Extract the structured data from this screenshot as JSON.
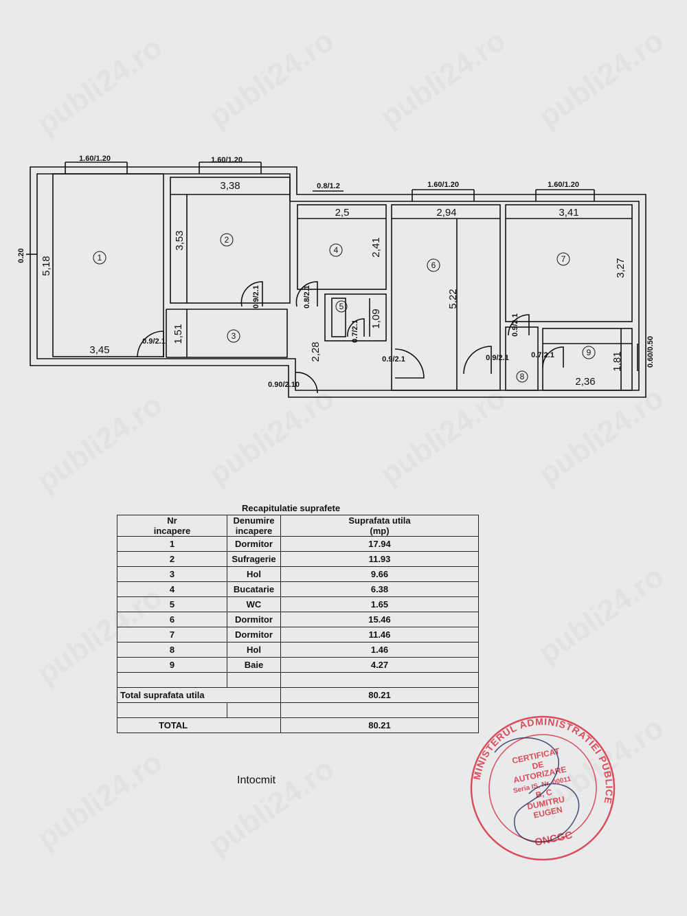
{
  "watermark": "publi24.ro",
  "plan": {
    "windows": {
      "w1": "1.60/1.20",
      "w2": "1.60/1.20",
      "w3": "0.8/1.2",
      "w4": "1.60/1.20",
      "w5": "1.60/1.20",
      "w_side_left": "0.20",
      "w_side_right": "0.60/0.50"
    },
    "doors": {
      "d1": "0.9/2.1",
      "d2": "0.9/2.1",
      "d3": "0.8/2.1",
      "d4": "0.7/2.1",
      "d5": "0.9/2.1",
      "d6": "0.90/2.10",
      "d7": "0.9/2.1",
      "d8": "0.7/2.1",
      "d9": "0.9/2.1"
    },
    "dims": {
      "r1_h": "5,18",
      "r1_w": "3,45",
      "r2_w": "3,38",
      "r2_h": "3,53",
      "r3_h": "1,51",
      "r4_w": "2,5",
      "r4_h": "2,41",
      "r5_h": "1,09",
      "hall_h": "2,28",
      "r6_w": "2,94",
      "r6_h": "5,22",
      "r7_w": "3,41",
      "r7_h": "3,27",
      "r9_h": "1,81",
      "r9_w": "2,36"
    },
    "rooms": [
      "1",
      "2",
      "3",
      "4",
      "5",
      "6",
      "7",
      "8",
      "9"
    ]
  },
  "table": {
    "title": "Recapitulatie suprafete",
    "headers": {
      "nr": [
        "Nr",
        "incapere"
      ],
      "den": [
        "Denumire",
        "incapere"
      ],
      "sup": [
        "Suprafata utila",
        "(mp)"
      ]
    },
    "rows": [
      {
        "nr": "1",
        "name": "Dormitor",
        "area": "17.94"
      },
      {
        "nr": "2",
        "name": "Sufragerie",
        "area": "11.93"
      },
      {
        "nr": "3",
        "name": "Hol",
        "area": "9.66"
      },
      {
        "nr": "4",
        "name": "Bucatarie",
        "area": "6.38"
      },
      {
        "nr": "5",
        "name": "WC",
        "area": "1.65"
      },
      {
        "nr": "6",
        "name": "Dormitor",
        "area": "15.46"
      },
      {
        "nr": "7",
        "name": "Dormitor",
        "area": "11.46"
      },
      {
        "nr": "8",
        "name": "Hol",
        "area": "1.46"
      },
      {
        "nr": "9",
        "name": "Baie",
        "area": "4.27"
      }
    ],
    "total_util_label": "Total suprafata utila",
    "total_util_value": "80.21",
    "total_label": "TOTAL",
    "total_value": "80.21"
  },
  "signature_label": "Intocmit",
  "stamp": {
    "ring_text": "MINISTERUL ADMINISTRATIEI PUBLICE",
    "lines": [
      "CERTIFICAT",
      "DE",
      "AUTORIZARE",
      "Seria IS, Nr. 00011",
      "B, C",
      "DUMITRU",
      "EUGEN"
    ],
    "bottom": "ONCGC",
    "color": "#d9313f"
  }
}
